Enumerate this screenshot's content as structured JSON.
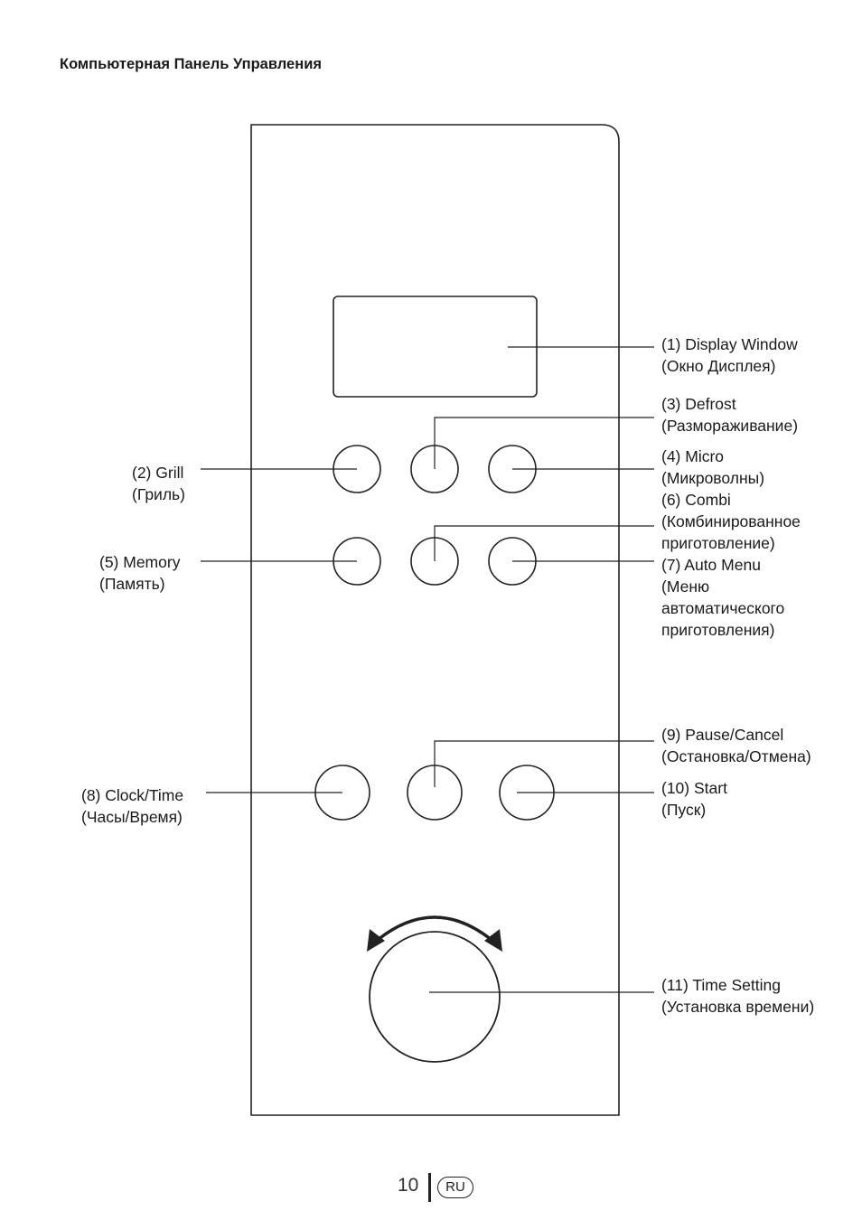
{
  "page": {
    "title": "Компьютерная Панель Управления",
    "page_number": "10",
    "language_badge": "RU"
  },
  "callouts": {
    "display": {
      "line1": "(1) Display Window",
      "line2": "(Окно Дисплея)"
    },
    "grill": {
      "line1": "(2) Grill",
      "line2": "(Гриль)"
    },
    "defrost": {
      "line1": "(3) Defrost",
      "line2": "(Размораживание)"
    },
    "micro": {
      "line1": "(4) Micro",
      "line2": "(Микроволны)"
    },
    "memory": {
      "line1": "(5) Memory",
      "line2": "(Память)"
    },
    "combi": {
      "line1": "(6) Combi",
      "line2": "(Комбинированное",
      "line3": "приготовление)"
    },
    "auto_menu": {
      "line1": "(7) Auto Menu",
      "line2": "(Меню",
      "line3": "автоматического",
      "line4": "приготовления)"
    },
    "clock": {
      "line1": "(8) Clock/Time",
      "line2": "(Часы/Время)"
    },
    "pause": {
      "line1": "(9) Pause/Cancel",
      "line2": "(Остановка/Отмена)"
    },
    "start": {
      "line1": "(10) Start",
      "line2": "(Пуск)"
    },
    "time_setting": {
      "line1": "(11) Time Setting",
      "line2": "(Установка времени)"
    }
  }
}
